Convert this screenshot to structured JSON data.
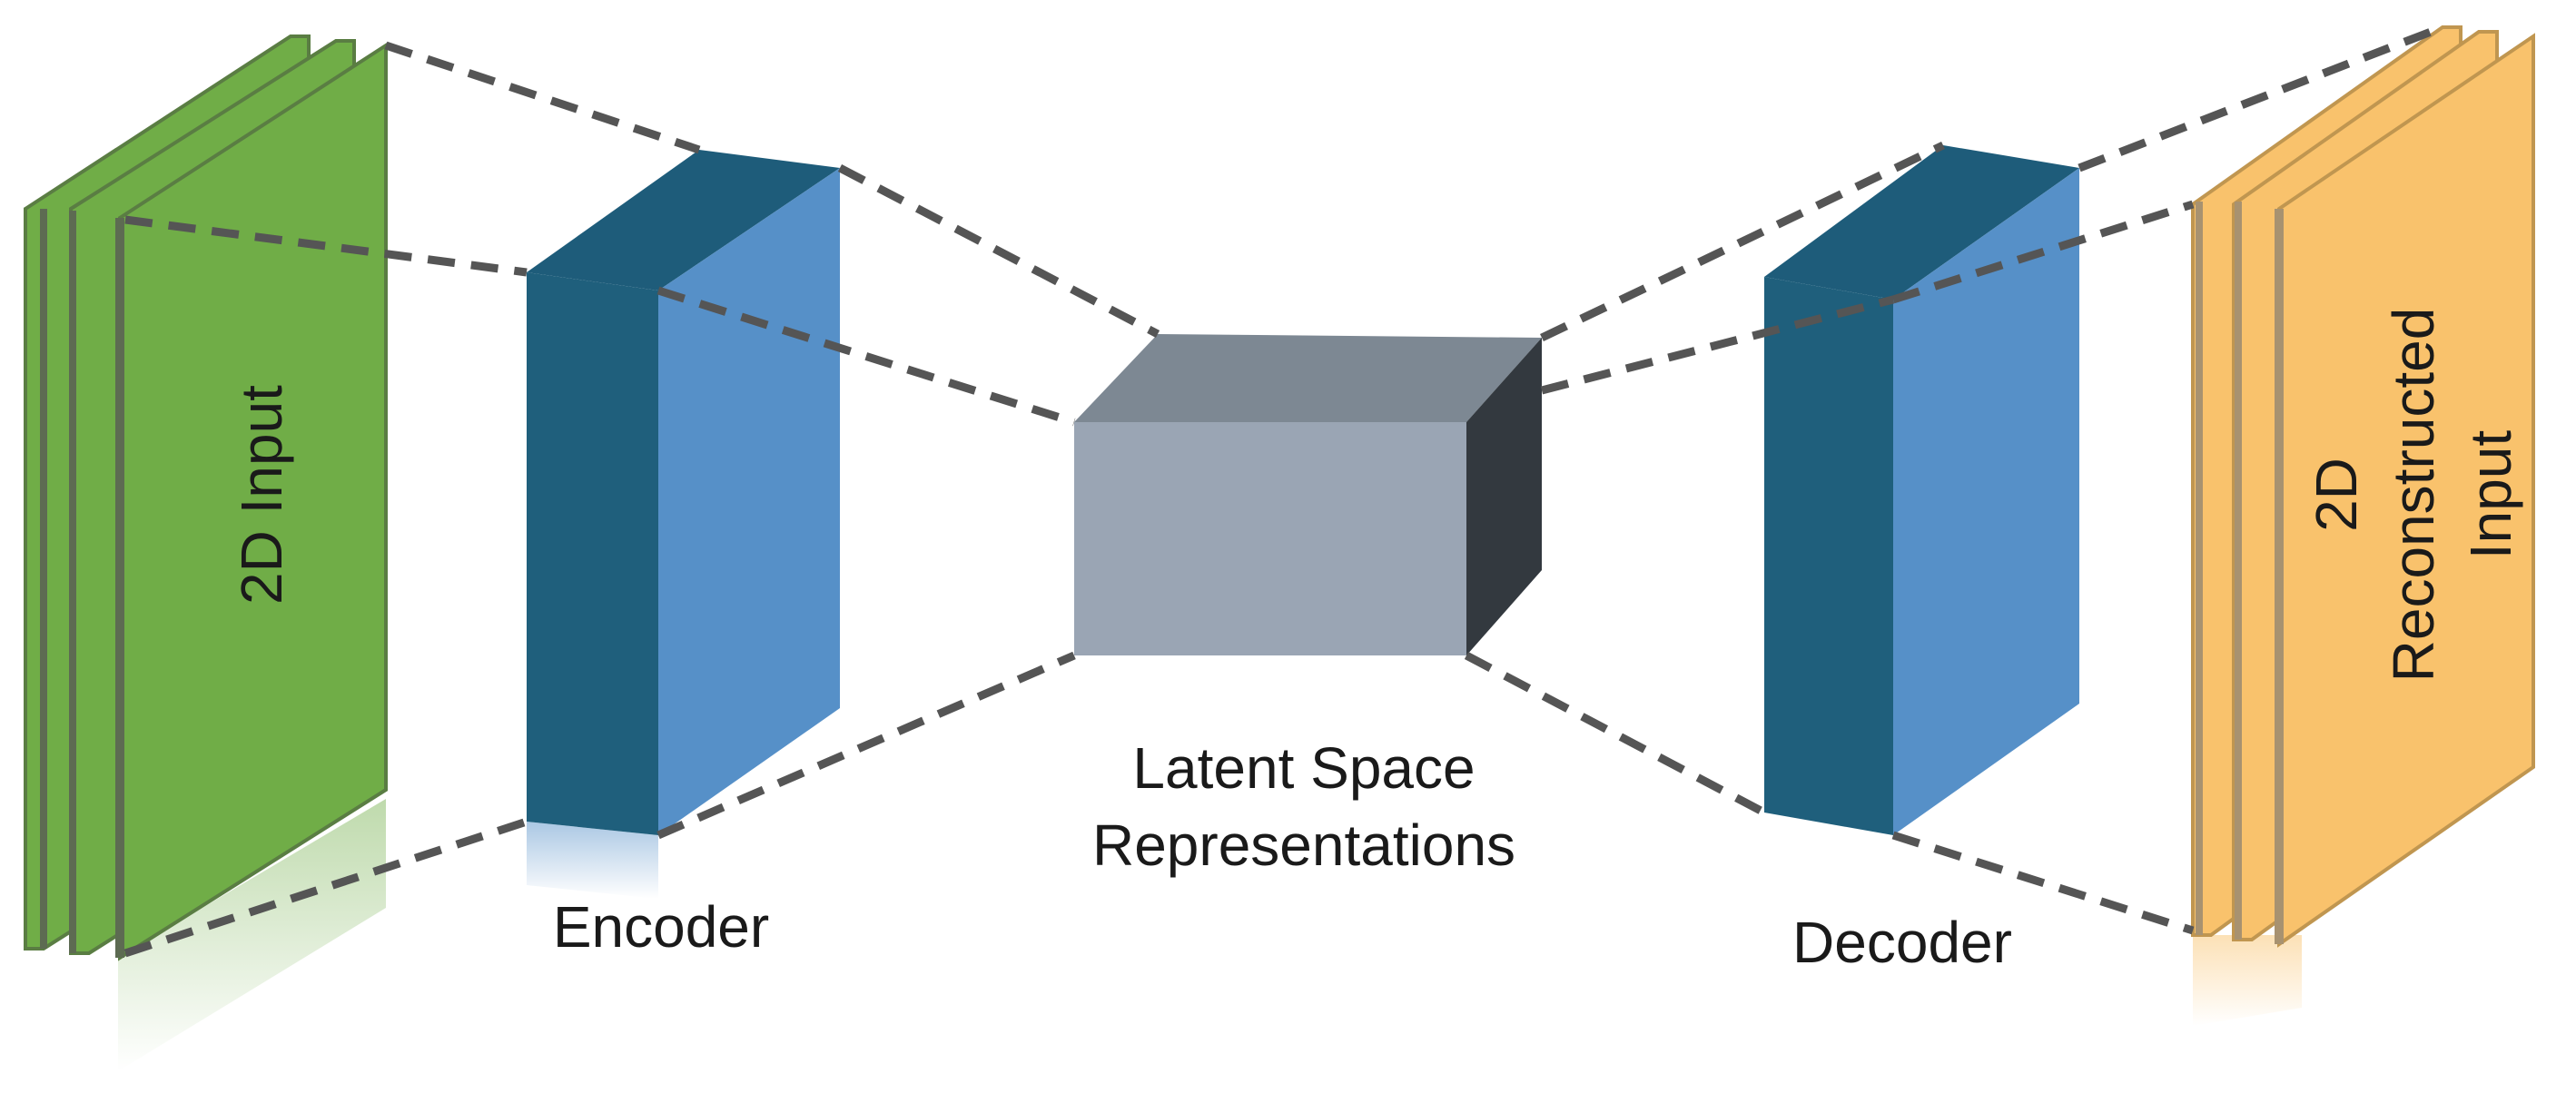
{
  "diagram": {
    "input_layer": {
      "label": "2D Input",
      "color": "#70ad47"
    },
    "encoder": {
      "label": "Encoder",
      "front_color": "#1f5f7c",
      "side_color": "#5690c8",
      "top_color": "#1e5c7a"
    },
    "latent": {
      "label_line1": "Latent Space",
      "label_line2": "Representations",
      "front_color": "#9aa5b4",
      "top_color": "#7d8893",
      "side_color": "#33393f"
    },
    "decoder": {
      "label": "Decoder",
      "front_color": "#1f5f7c",
      "side_color": "#5690c8",
      "top_color": "#1e5c7a"
    },
    "output_layer": {
      "label_line1": "2D",
      "label_line2": "Reconstructed",
      "label_line3": "Input",
      "color": "#f9c26c"
    }
  }
}
